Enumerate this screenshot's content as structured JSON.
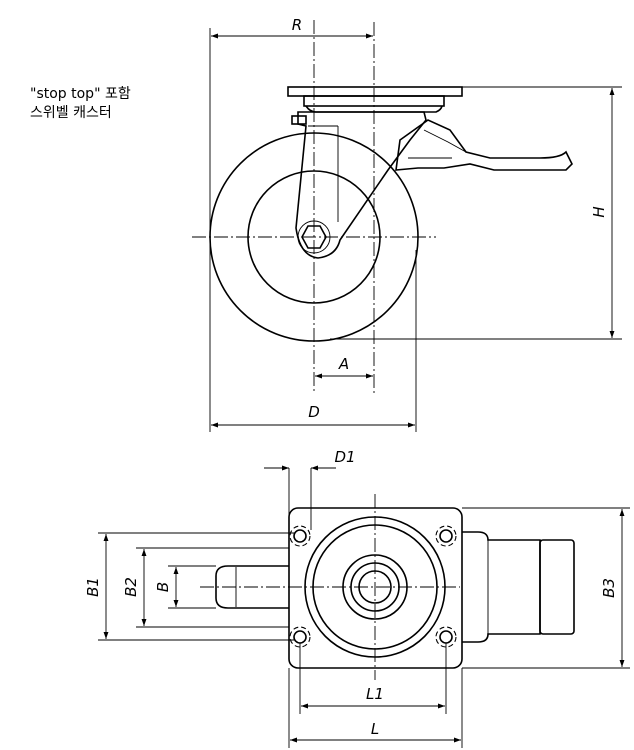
{
  "caption": {
    "line1": "\"stop top\" 포함",
    "line2": "스위벨 캐스터"
  },
  "dimensions": {
    "R": "R",
    "H": "H",
    "A": "A",
    "D": "D",
    "D1": "D1",
    "B1": "B1",
    "B2": "B2",
    "B": "B",
    "B3": "B3",
    "L1": "L1",
    "L": "L"
  }
}
